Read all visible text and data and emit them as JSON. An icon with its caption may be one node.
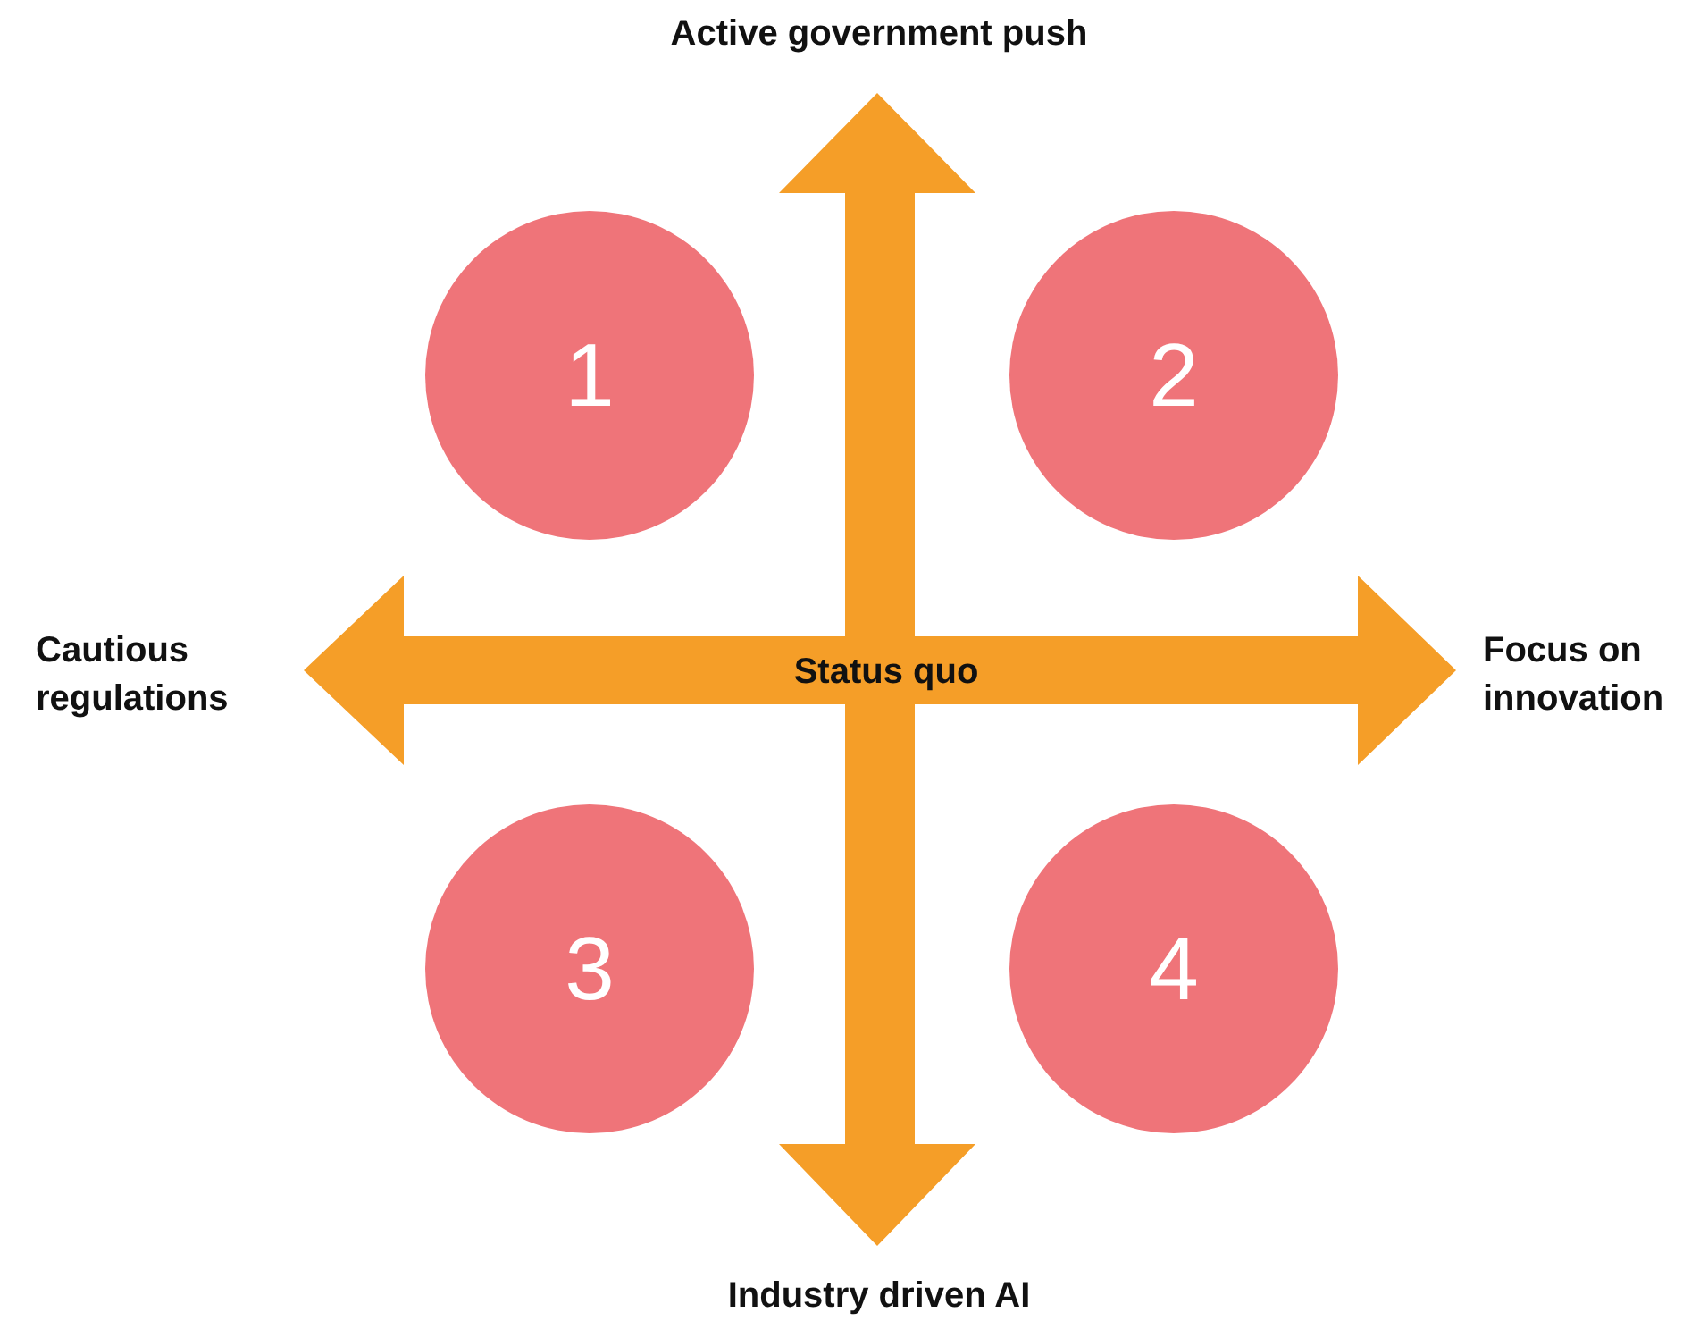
{
  "diagram": {
    "nodes": [
      {
        "text": [
          "1"
        ]
      },
      {
        "text": [
          "2"
        ]
      },
      {
        "text": [
          "3"
        ]
      },
      {
        "text": [
          "4"
        ]
      }
    ],
    "labels": [
      "Active government push",
      "Cautious regulations",
      "Status quo",
      "Focus on innovation",
      "Industry driven AI"
    ]
  }
}
